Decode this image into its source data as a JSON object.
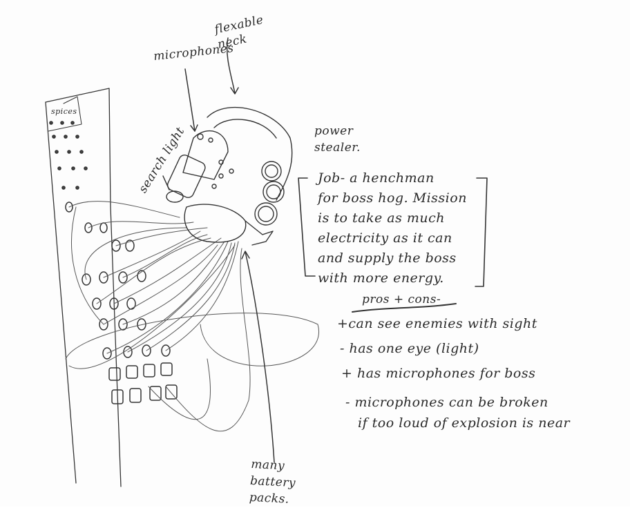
{
  "labels": {
    "microphones": "microphones",
    "flexable_neck": "flexable neck",
    "search_light": "search light",
    "power_stealer": "power stealer.",
    "battery_packs": "many battery packs.",
    "spices": "spices"
  },
  "job": {
    "lines": [
      "Job- a henchman",
      "for boss hog. Mission",
      "is to take as much",
      "electricity as it can",
      "and supply the boss",
      "with more energy."
    ]
  },
  "pros_cons": {
    "heading": "pros + cons-",
    "items": [
      "+can see enemies with sight",
      "- has one eye (light)",
      "+ has microphones for boss",
      "- microphones can be broken",
      "if too loud of explosion is near"
    ]
  }
}
